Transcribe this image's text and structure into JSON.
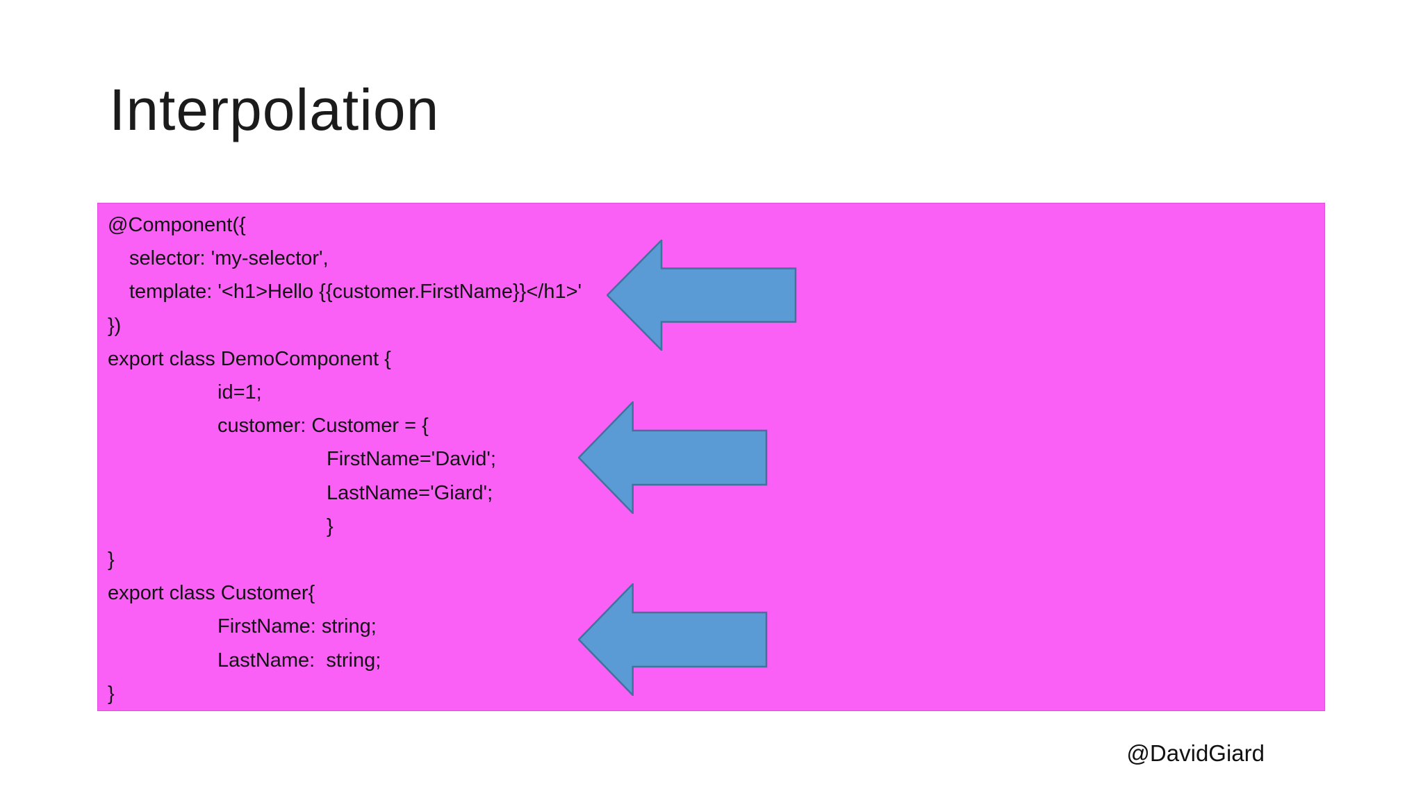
{
  "slide": {
    "title": "Interpolation",
    "footer": "@DavidGiard"
  },
  "code_block": {
    "lines": [
      {
        "text": "@Component({",
        "indent": 0
      },
      {
        "text": "selector: 'my-selector',",
        "indent": 1
      },
      {
        "text": "template: '<h1>Hello {{customer.FirstName}}</h1>'",
        "indent": 1
      },
      {
        "text": "})",
        "indent": 0
      },
      {
        "text": "export class DemoComponent {",
        "indent": 0
      },
      {
        "text": "id=1;",
        "indent": 2
      },
      {
        "text": "customer: Customer = {",
        "indent": 2
      },
      {
        "text": "FirstName='David';",
        "indent": 3
      },
      {
        "text": "LastName='Giard';",
        "indent": 3
      },
      {
        "text": "}",
        "indent": 3
      },
      {
        "text": "}",
        "indent": 0
      },
      {
        "text": "export class Customer{",
        "indent": 0
      },
      {
        "text": "FirstName: string;",
        "indent": 2
      },
      {
        "text": "LastName:  string;",
        "indent": 2
      },
      {
        "text": "}",
        "indent": 0
      }
    ]
  },
  "arrows": {
    "direction": "left",
    "count": 3,
    "icon": "left-block-arrow-icon"
  },
  "colors": {
    "box_background": "#FA5FF6",
    "box_border": "#e04fdc",
    "arrow_fill": "#5B9BD5",
    "arrow_stroke": "#41719C",
    "background": "#ffffff"
  }
}
